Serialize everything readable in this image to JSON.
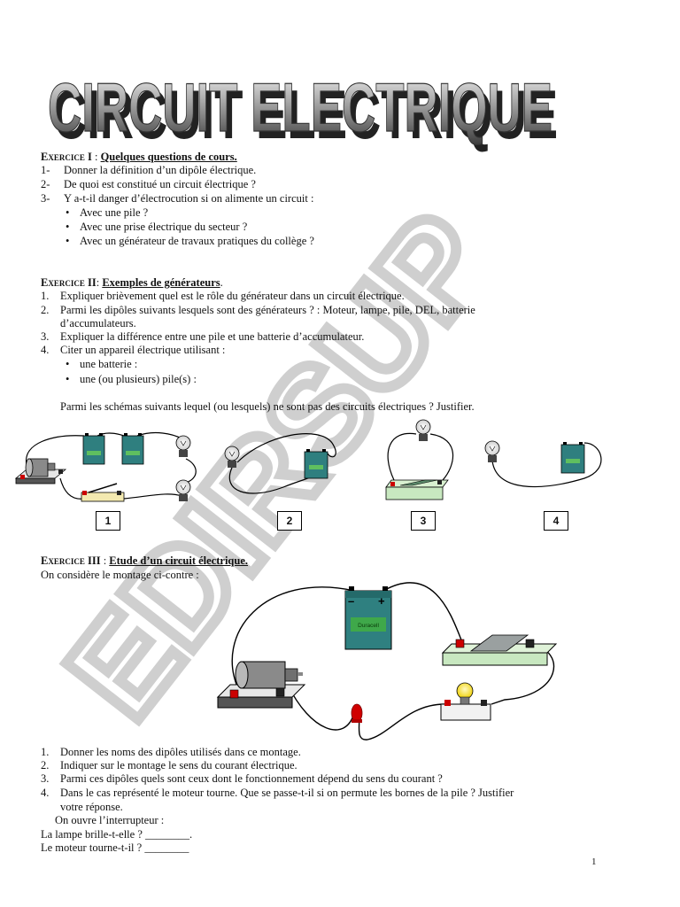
{
  "title": "CIRCUIT ELECTRIQUE",
  "watermark": "EDIRSUP",
  "ex1": {
    "label": "Exercice I",
    "sep": " : ",
    "heading": "Quelques questions de cours.",
    "items": [
      {
        "num": "1-",
        "text": "Donner la définition d’un dipôle électrique."
      },
      {
        "num": "2-",
        "text": "De quoi est constitué un circuit électrique ?"
      },
      {
        "num": "3-",
        "text": "Y a-t-il danger d’électrocution si on alimente un circuit :"
      }
    ],
    "bullets": [
      "Avec une pile ?",
      "Avec une prise électrique du secteur ?",
      "Avec un générateur de travaux pratiques du collège ?"
    ]
  },
  "ex2": {
    "label": "Exercice II",
    "sep": ": ",
    "heading": "Exemples de générateurs",
    "end": ".",
    "items": [
      {
        "num": "1.",
        "text": "Expliquer brièvement quel est le rôle du générateur dans un circuit électrique."
      },
      {
        "num": "2.",
        "text": "Parmi les dipôles suivants lesquels sont des générateurs ? : Moteur, lampe, pile, DEL, batterie"
      },
      {
        "num": "",
        "text": "d’accumulateurs."
      },
      {
        "num": "3.",
        "text": "Expliquer la différence entre une pile et une batterie d’accumulateur."
      },
      {
        "num": "4.",
        "text": "Citer un appareil électrique utilisant :"
      }
    ],
    "bullets": [
      "une batterie :",
      "une (ou plusieurs) pile(s) :"
    ],
    "question": "Parmi les schémas suivants lequel (ou lesquels) ne sont pas des circuits électriques ? Justifier.",
    "boxes": [
      "1",
      "2",
      "3",
      "4"
    ]
  },
  "ex3": {
    "label": "Exercice III",
    "sep": " : ",
    "heading": "Etude d’un circuit électrique.",
    "intro": "On considère le montage ci-contre :",
    "battery_label": "Duracell",
    "items": [
      {
        "num": "1.",
        "text": "Donner les noms des dipôles utilisés dans ce montage."
      },
      {
        "num": "2.",
        "text": "Indiquer sur le montage le sens du courant électrique."
      },
      {
        "num": "3.",
        "text": "Parmi ces dipôles quels sont ceux dont le fonctionnement dépend du sens du courant ?"
      },
      {
        "num": "4.",
        "text": "Dans le cas représenté le moteur tourne. Que se passe-t-il si on permute les bornes de la pile ? Justifier"
      },
      {
        "num": "",
        "text": "votre réponse."
      }
    ],
    "open": "On ouvre l’interrupteur :",
    "q_lamp": "La lampe brille-t-elle ? ________.",
    "q_motor": "Le moteur tourne-t-il ? ________"
  },
  "page_number": "1"
}
